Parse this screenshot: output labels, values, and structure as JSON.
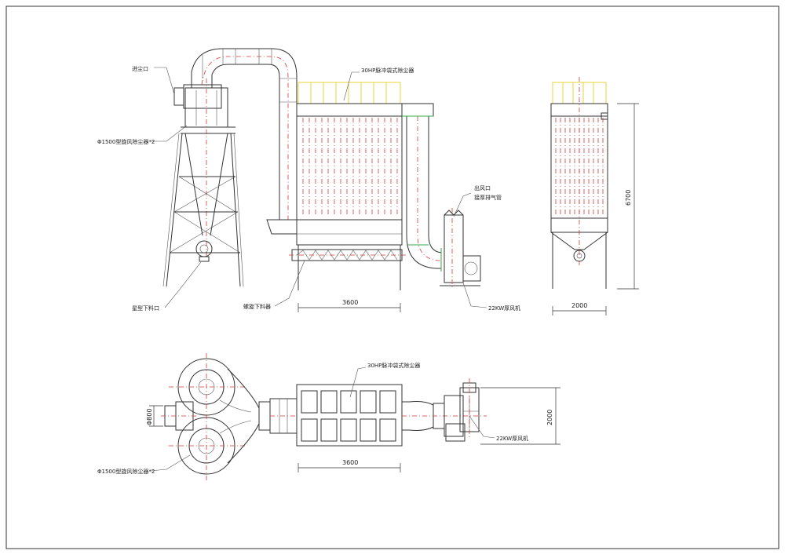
{
  "labels": {
    "inlet": "进尘口",
    "cyclone": "Φ1500型旋风除尘器*2",
    "cyclone_top": "Φ1500型旋风除尘器*2",
    "collector": "30HP脉冲袋式除尘器",
    "collector_top": "30HP脉冲袋式除尘器",
    "outlet_line1": "出风口",
    "outlet_line2": "接厚排气管",
    "fan": "22KW厚风机",
    "fan_top": "22KW厚风机",
    "discharge": "星型下料口",
    "screw": "螺旋下料器",
    "duct_dia": "Φ800"
  },
  "dimensions": {
    "front_width": "3600",
    "side_width": "2000",
    "side_height": "6700",
    "top_width": "3600",
    "top_height": "2000"
  },
  "colors": {
    "line": "#333333",
    "centerline": "#d23a3a",
    "filter_top": "#e8d43a",
    "flange": "#39a845"
  }
}
